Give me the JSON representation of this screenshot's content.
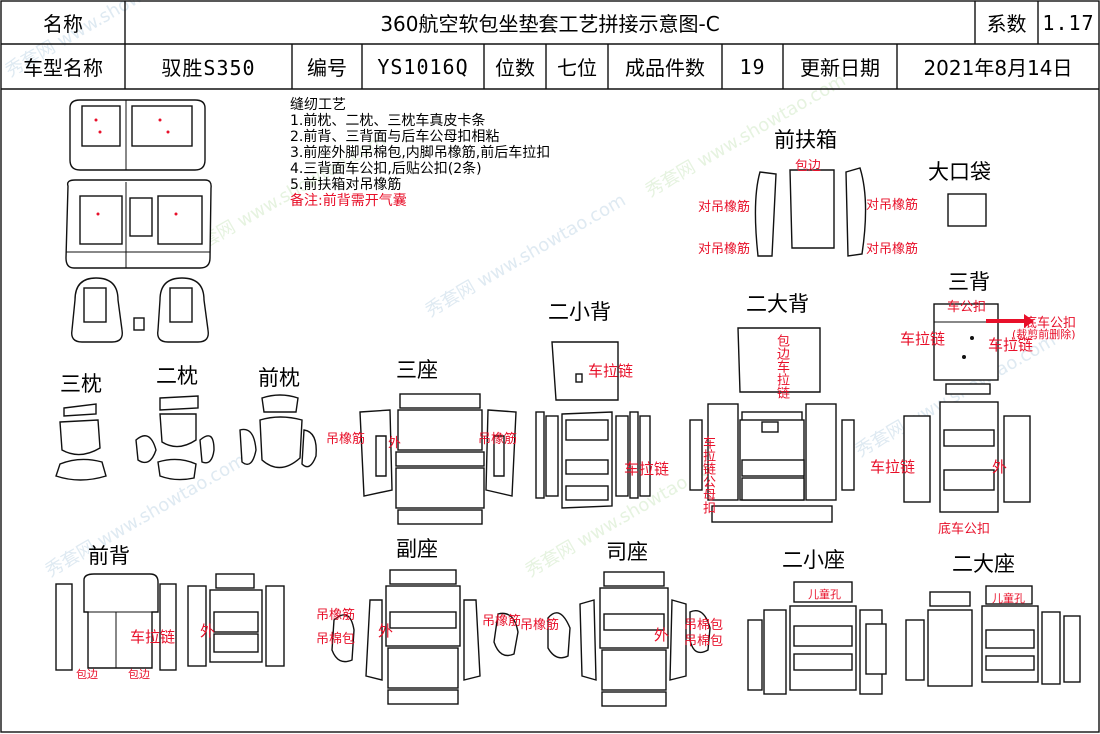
{
  "header": {
    "name_label": "名称",
    "title": "360航空软包坐垫套工艺拼接示意图-C",
    "coef_label": "系数",
    "coef_value": "1.17",
    "model_label": "车型名称",
    "model_value": "驭胜S350",
    "code_label": "编号",
    "code_value": "YS1016Q",
    "seats_label": "位数",
    "seats_value": "七位",
    "pieces_label": "成品件数",
    "pieces_value": "19",
    "date_label": "更新日期",
    "date_value": "2021年8月14日"
  },
  "notes": {
    "heading": "缝纫工艺",
    "items": [
      "1.前枕、二枕、三枕车真皮卡条",
      "2.前背、三背面与后车公母扣相粘",
      "3.前座外脚吊棉包,内脚吊橡筋,前后车拉扣",
      "4.三背面车公扣,后贴公扣(2条)",
      "5.前扶箱对吊橡筋"
    ],
    "remark": "备注:前背需开气囊"
  },
  "parts": {
    "armrest": "前扶箱",
    "bigpocket": "大口袋",
    "third_back": "三背",
    "second_small_back": "二小背",
    "second_big_back": "二大背",
    "third_pillow": "三枕",
    "second_pillow": "二枕",
    "front_pillow": "前枕",
    "third_seat": "三座",
    "front_back": "前背",
    "passenger_seat": "副座",
    "driver_seat": "司座",
    "second_small_seat": "二小座",
    "second_big_seat": "二大座"
  },
  "labels": {
    "hem": "包边",
    "hang_elastic": "对吊橡筋",
    "car_male_buckle": "车公扣",
    "bottom_male_buckle": "底车公扣",
    "cut_note": "(裁剪前删除)",
    "zipper": "车拉链",
    "hem_zipper": "包边车拉链",
    "zipper_female": "车拉链公母扣",
    "rubber": "吊橡筋",
    "outer": "外",
    "cotton": "吊棉包",
    "child": "儿童孔"
  },
  "watermark": {
    "cn": "秀套网",
    "en": "www.showtao.com"
  },
  "colors": {
    "annotation": "#e8102a",
    "line": "#111111",
    "watermark": "#dfeaf2"
  }
}
